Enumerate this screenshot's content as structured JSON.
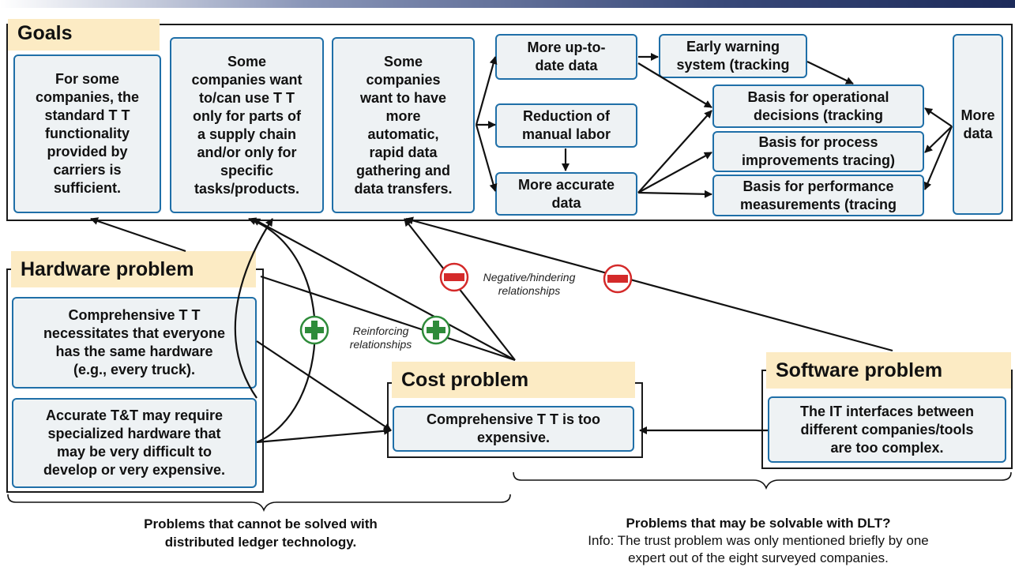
{
  "goals": {
    "title": "Goals",
    "boxes": [
      "For some\ncompanies, the\nstandard T T\nfunctionality\nprovided by\ncarriers is\nsufficient.",
      "Some\ncompanies want\nto/can use T T\nonly for parts of\na supply chain\nand/or only for\nspecific\ntasks/products.",
      "Some\ncompanies\nwant to have\nmore\nautomatic,\nrapid data\ngathering and\ndata transfers."
    ],
    "more_up_to_date": "More up-to-\ndate data",
    "reduction_labor": "Reduction of\nmanual labor",
    "more_accurate": "More accurate\ndata",
    "early_warning": "Early warning\nsystem (tracking",
    "basis_operational": "Basis for operational\ndecisions (tracking",
    "basis_process": "Basis for process\nimprovements  tracing)",
    "basis_performance": "Basis for performance\nmeasurements (tracing",
    "more_data": "More\ndata"
  },
  "hardware": {
    "title": "Hardware problem",
    "box1": "Comprehensive T T\nnecessitates that everyone\nhas the same hardware\n(e.g., every truck).",
    "box2": "Accurate T&T may require\nspecialized hardware that\nmay be very difficult to\ndevelop or very expensive."
  },
  "cost": {
    "title": "Cost problem",
    "box": "Comprehensive T T is too\nexpensive."
  },
  "software": {
    "title": "Software problem",
    "box": "The IT interfaces between\ndifferent companies/tools\nare too complex."
  },
  "notes": {
    "reinforcing": "Reinforcing\nrelationships",
    "negative": "Negative/hindering\nrelationships"
  },
  "captions": {
    "left": "Problems that cannot be solved with\ndistributed ledger technology.",
    "right_bold": "Problems that may be solvable with DLT?",
    "right_info": "Info: The trust problem was only mentioned briefly by one\nexpert out of the eight surveyed companies."
  },
  "colors": {
    "box_border": "#1f6fa8",
    "box_fill": "#eef2f4",
    "title_fill": "#fcebc4",
    "reinforcing": "#2e8b3a",
    "negative": "#d42a2a"
  }
}
